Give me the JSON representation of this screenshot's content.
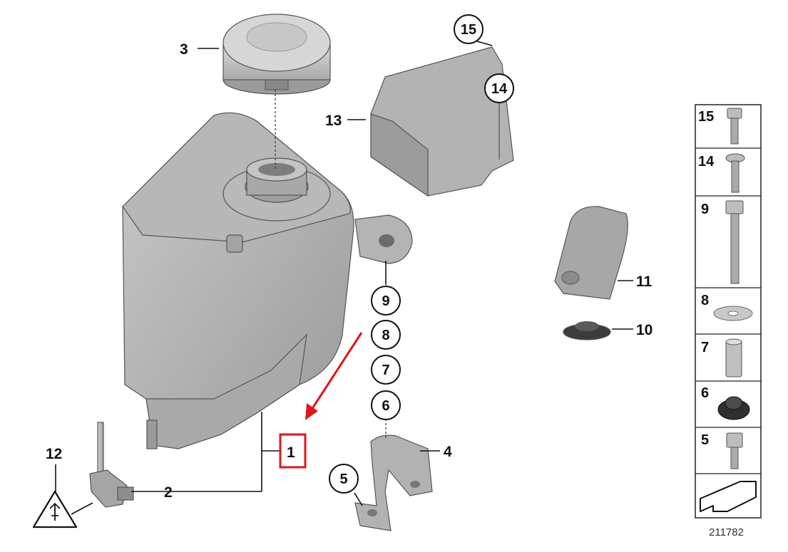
{
  "diagram": {
    "diagram_number": "211782",
    "callouts": {
      "c1": "1",
      "c2": "2",
      "c3": "3",
      "c4": "4",
      "c5": "5",
      "c6": "6",
      "c7": "7",
      "c8": "8",
      "c9": "9",
      "c10": "10",
      "c11": "11",
      "c12": "12",
      "c13": "13",
      "c14": "14",
      "c15": "15"
    },
    "highlight_color": "#e0161b",
    "legend": {
      "items": [
        "15",
        "14",
        "9",
        "8",
        "7",
        "6",
        "5"
      ]
    }
  }
}
